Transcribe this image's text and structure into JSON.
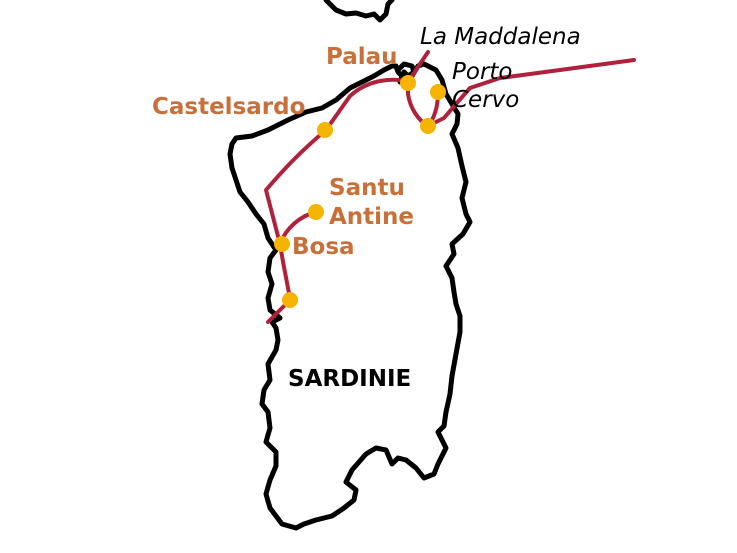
{
  "colors": {
    "coast": "#000000",
    "route": "#b0213b",
    "stop": "#f5b400",
    "place_label": "#c8703a",
    "island_label": "#000000",
    "water_label": "#000000"
  },
  "labels": {
    "la_maddalena": "La Maddalena",
    "palau": "Palau",
    "porto_cervo": [
      "Porto",
      "Cervo"
    ],
    "castelsardo": "Castelsardo",
    "santu_antine": [
      "Santu",
      "Antine"
    ],
    "bosa": "Bosa",
    "island": "SARDINIE"
  }
}
